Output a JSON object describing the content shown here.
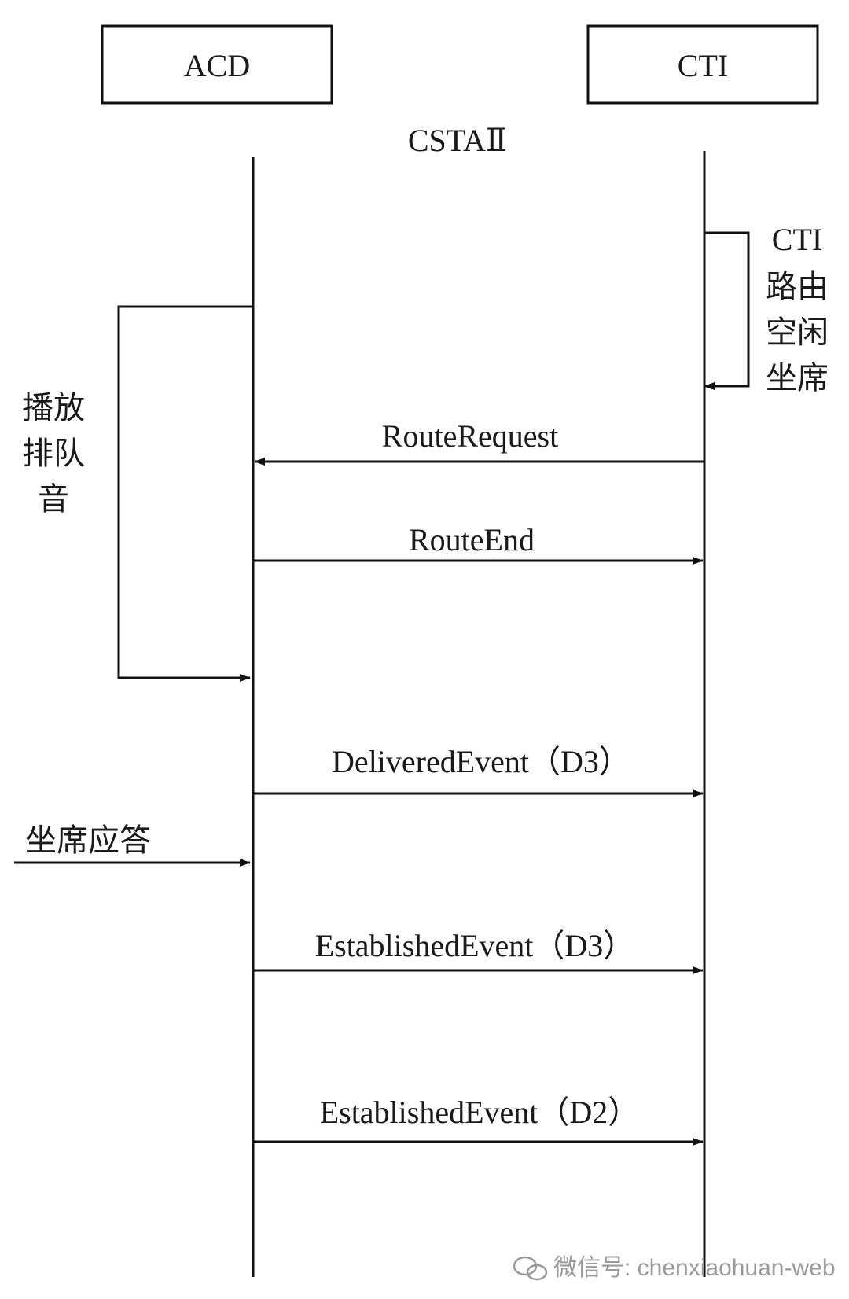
{
  "participants": {
    "acd": "ACD",
    "cti": "CTI"
  },
  "protocol_label": "CSTAⅡ",
  "cti_self_note": [
    "CTI",
    "路由",
    "空闲",
    "坐席"
  ],
  "acd_self_note": [
    "播放",
    "排队",
    "音"
  ],
  "messages": [
    {
      "label": "RouteRequest",
      "direction": "CTI→ACD"
    },
    {
      "label": "RouteEnd",
      "direction": "ACD→CTI"
    },
    {
      "label": "DeliveredEvent（D3）",
      "direction": "ACD→CTI"
    },
    {
      "label": "EstablishedEvent（D3）",
      "direction": "ACD→CTI"
    },
    {
      "label": "EstablishedEvent（D2）",
      "direction": "ACD→CTI"
    }
  ],
  "external_event": {
    "label": "坐席应答",
    "direction": "→ACD"
  },
  "watermark": "微信号: chenxiaohuan-web"
}
